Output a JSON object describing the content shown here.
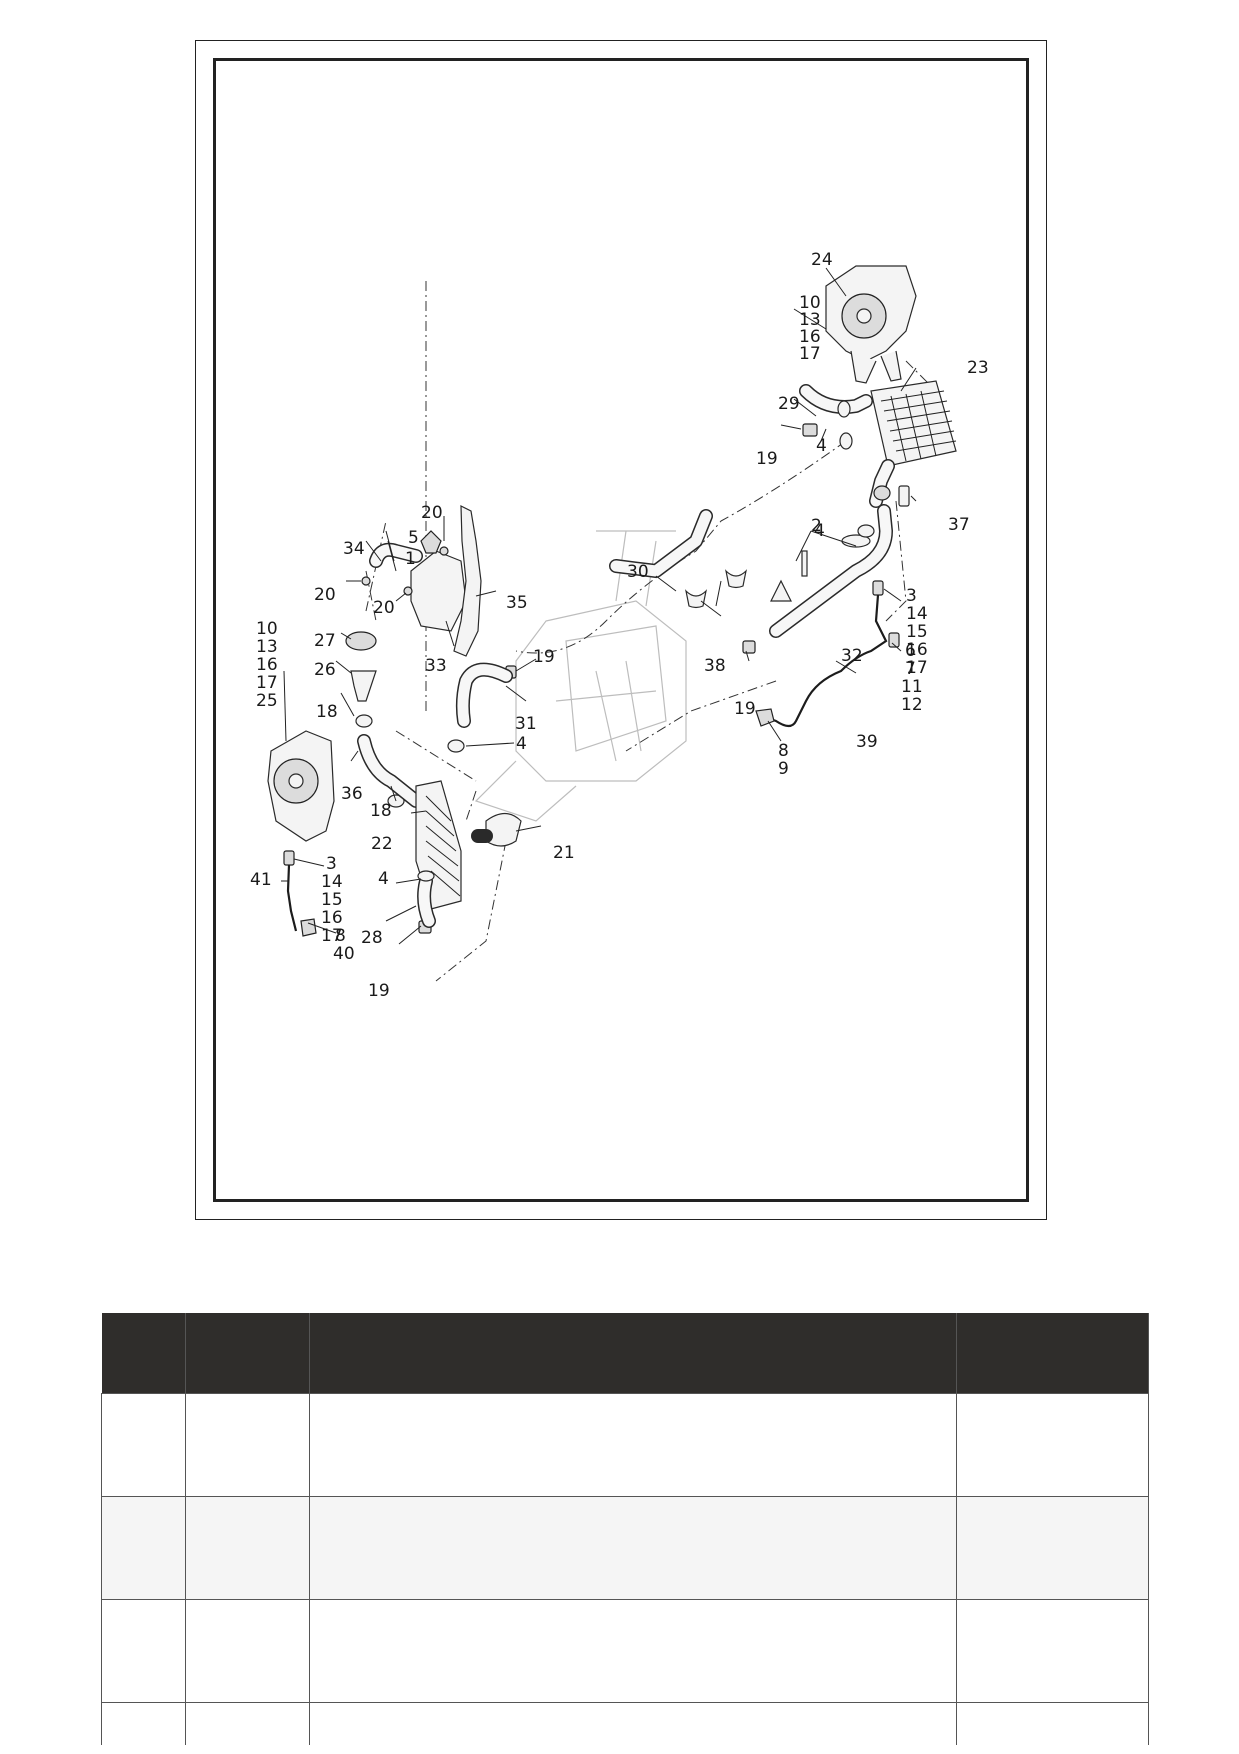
{
  "diagram": {
    "callouts": [
      "1",
      "2",
      "3",
      "3",
      "4",
      "4",
      "4",
      "4",
      "5",
      "6",
      "7",
      "8",
      "8",
      "9",
      "10",
      "10",
      "11",
      "12",
      "13",
      "13",
      "14",
      "14",
      "15",
      "15",
      "16",
      "16",
      "16",
      "16",
      "17",
      "17",
      "17",
      "17",
      "18",
      "18",
      "19",
      "19",
      "19",
      "19",
      "20",
      "20",
      "20",
      "21",
      "22",
      "23",
      "24",
      "25",
      "26",
      "27",
      "28",
      "29",
      "30",
      "31",
      "32",
      "33",
      "34",
      "35",
      "36",
      "37",
      "38",
      "39",
      "40",
      "41"
    ]
  },
  "table": {
    "columns": [
      "",
      "",
      "",
      ""
    ],
    "rows": [
      [
        "",
        "",
        "",
        ""
      ],
      [
        "",
        "",
        "",
        ""
      ],
      [
        "",
        "",
        "",
        ""
      ],
      [
        "",
        "",
        "",
        ""
      ]
    ]
  }
}
